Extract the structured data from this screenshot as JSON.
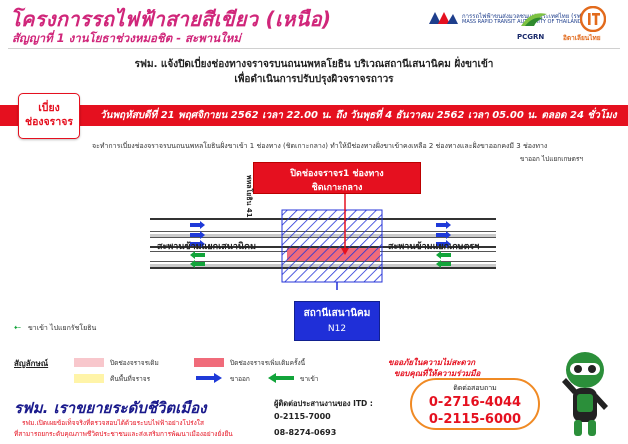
{
  "header": {
    "project_title": "โครงการรถไฟฟ้าสายสีเขียว (เหนือ)",
    "contract_line": "สัญญาที่ 1 งานโยธาช่วงหมอชิต - สะพานใหม่",
    "mrta_th": "การรถไฟฟ้าขนส่งมวลชนแห่งประเทศไทย (รฟม.)",
    "mrta_en": "MASS RAPID TRANSIT AUTHORITY OF THAILAND (MRTA)",
    "pcgrn": "PCGRN",
    "it_logo_text": "อิตาเลียนไทย"
  },
  "announcement": {
    "line1": "รฟม. แจ้งปิดเบี่ยงช่องทางจราจรบนถนนพหลโยธิน บริเวณสถานีเสนานิคม ฝั่งขาเข้า",
    "line2": "เพื่อดำเนินการปรับปรุงผิวจราจรถาวร"
  },
  "badge": {
    "line1": "เบี่ยง",
    "line2": "ช่องจราจร"
  },
  "date_band": "วันพฤหัสบดีที่ 21 พฤศจิกายน 2562 เวลา 22.00 น. ถึง วันพุธที่ 4 ธันวาคม 2562 เวลา 05.00 น. ตลอด 24 ชั่วโมง",
  "description": "จะทำการเบี่ยงช่องจราจรบนถนนพหลโยธินฝั่งขาเข้า 1 ช่องทาง (ชิดเกาะกลาง) ทำให้มีช่องทางฝั่งขาเข้าคงเหลือ 2 ช่องทางและฝั่งขาออกคงมี 3 ช่องทาง",
  "diagram": {
    "to_kaset": "ขาออก ไปแยกเกษตรฯ",
    "closure_l1": "ปิดช่องจราจร1 ช่องทาง",
    "closure_l2": "ชิดเกาะกลาง",
    "soi": "พหลโยธิน 41",
    "bridge_left": "สะพานข้ามแยกเสนานิคม",
    "bridge_right": "สะพานข้ามแยกเกษตรฯ",
    "station_name": "สถานีเสนานิคม",
    "station_code": "N12",
    "inbound_arrow": "⇠",
    "inbound_note": "ขาเข้า ไปแยกรัชโยธิน"
  },
  "legend": {
    "title": "สัญลักษณ์",
    "pink_light": "ปิดช่องจราจรเดิม",
    "pink_dark": "ปิดช่องจราจรเพิ่มเติมครั้งนี้",
    "yellow": "คืนพื้นที่จราจร",
    "blue_arrow": "ขาออก",
    "green_arrow": "ขาเข้า"
  },
  "footer": {
    "slogan": "รฟม. เราขยายระดับชีวิตเมือง",
    "line1": "รฟม.เปิดเผยข้อเท็จจริงที่ตรวจสอบได้ด้วยระบบไฟฟ้าอย่างโปร่งใส",
    "line2": "ที่สามารถยกระดับคุณภาพชีวิตประชาชนและส่งเสริมการพัฒนาเมืองอย่างยั่งยืน",
    "contact_label": "ผู้ติดต่อประสานงานของ ITD :",
    "contact_p1": "0-2115-7000",
    "contact_p2": "08-8274-0693",
    "apology_1": "ขออภัยในความไม่สะดวก",
    "apology_2": "ขอบคุณที่ให้ความร่วมมือ",
    "phone_label": "ติดต่อสอบถาม",
    "phone_1": "0-2716-4044",
    "phone_2": "0-2115-6000"
  },
  "colors": {
    "magenta": "#d0267a",
    "red": "#e5101f",
    "blue": "#1f2fd8",
    "green": "#12a43a",
    "orange": "#f08a24"
  }
}
